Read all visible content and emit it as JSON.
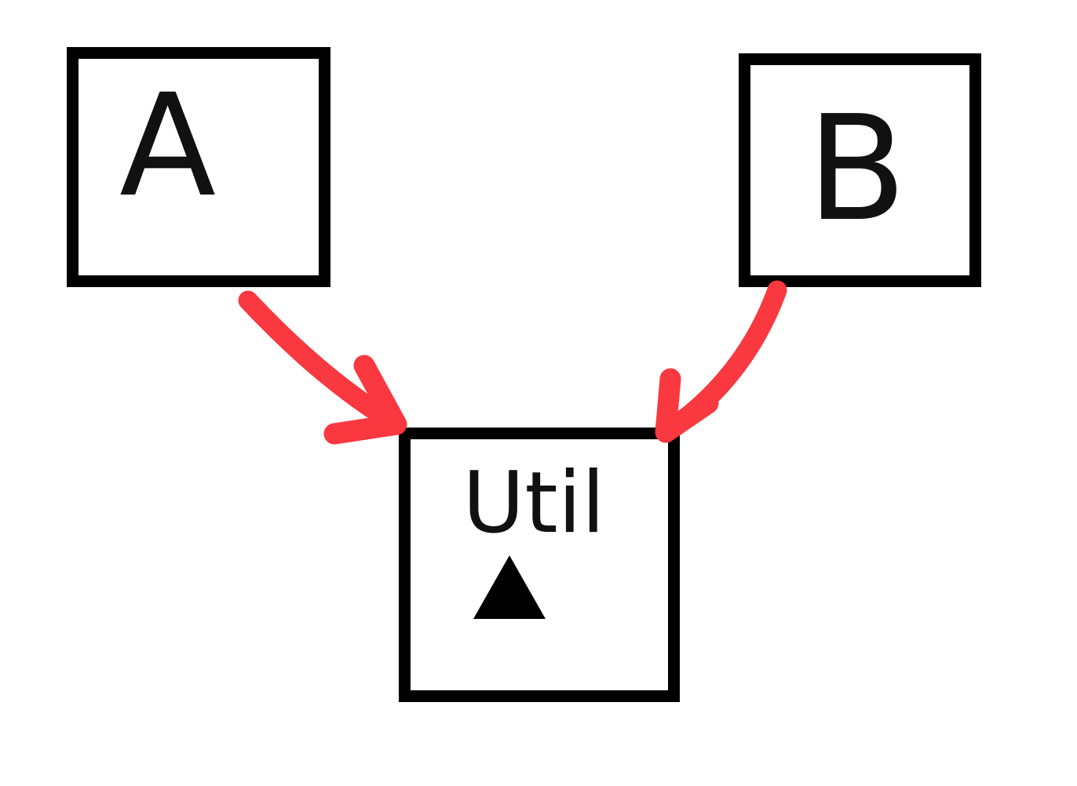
{
  "colors": {
    "background": "#ffffff",
    "node_border": "#000000",
    "text": "#111111",
    "icon": "#000000",
    "arrow": "#f93840"
  },
  "diagram": {
    "description": "Two modules A and B depend on a shared Util module",
    "nodes": [
      {
        "id": "a",
        "label": "A"
      },
      {
        "id": "b",
        "label": "B"
      },
      {
        "id": "util",
        "label": "Util",
        "icon": "triangle-up"
      }
    ],
    "edges": [
      {
        "from": "a",
        "to": "util",
        "style": "red-hand-drawn-arrow"
      },
      {
        "from": "b",
        "to": "util",
        "style": "red-hand-drawn-arrow"
      }
    ]
  }
}
